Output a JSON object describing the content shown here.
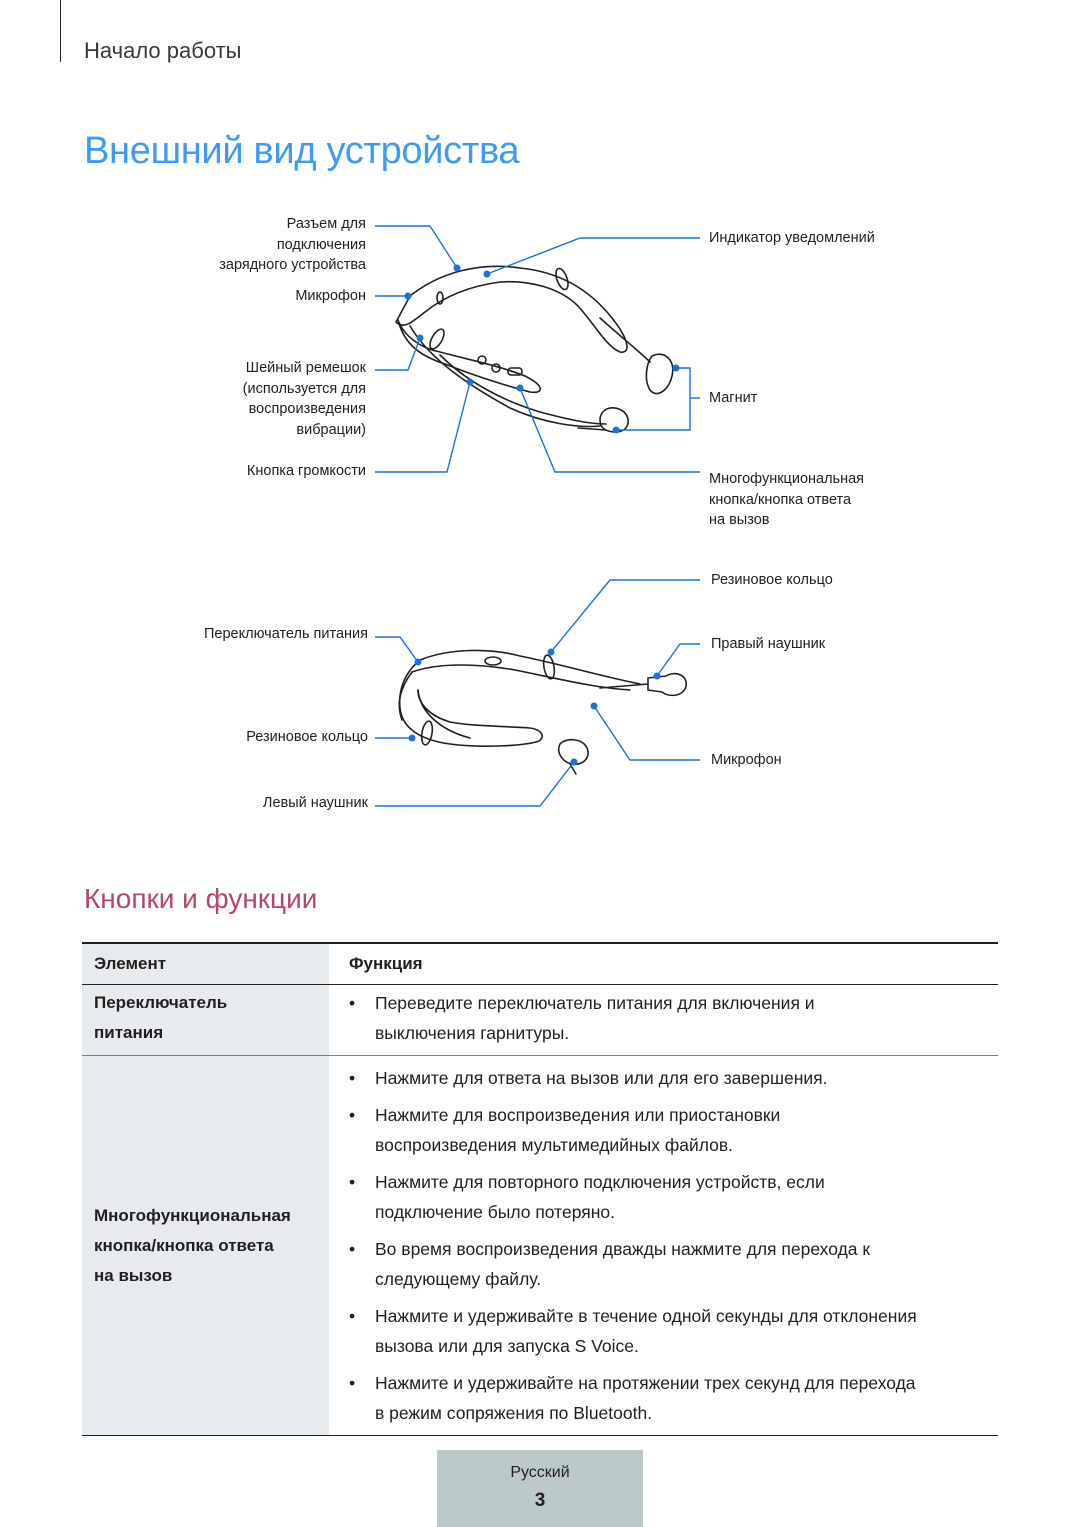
{
  "header": {
    "section": "Начало работы"
  },
  "title": "Внешний вид устройства",
  "diagram": {
    "labels": {
      "charging_port": "Разъем для\nподключения\nзарядного устройства",
      "mic_top": "Микрофон",
      "neck_strap": "Шейный ремешок\n(используется для\nвоспроизведения\nвибрации)",
      "volume": "Кнопка громкости",
      "notification_led": "Индикатор уведомлений",
      "magnet": "Магнит",
      "multifunction": "Многофункциональная\nкнопка/кнопка ответа\nна вызов",
      "power_switch": "Переключатель питания",
      "rubber_ring_left": "Резиновое кольцо",
      "left_earbud": "Левый наушник",
      "rubber_ring_right": "Резиновое кольцо",
      "right_earbud": "Правый наушник",
      "mic_bottom": "Микрофон"
    }
  },
  "subtitle": "Кнопки и функции",
  "table": {
    "headers": [
      "Элемент",
      "Функция"
    ],
    "rows": [
      {
        "element": "Переключатель\nпитания",
        "bullets": [
          "Переведите переключатель питания для включения и\nвыключения гарнитуры."
        ]
      },
      {
        "element": "Многофункциональная\nкнопка/кнопка ответа\nна вызов",
        "bullets": [
          "Нажмите для ответа на вызов или для его завершения.",
          "Нажмите для воспроизведения или приостановки\nвоспроизведения мультимедийных файлов.",
          "Нажмите для повторного подключения устройств, если\nподключение было потеряно.",
          "Во время воспроизведения дважды нажмите для перехода к\nследующему файлу.",
          "Нажмите и удерживайте в течение одной секунды для отклонения\nвызова или для запуска S Voice.",
          "Нажмите и удерживайте на протяжении трех секунд для перехода\nв режим сопряжения по Bluetooth."
        ]
      }
    ]
  },
  "footer": {
    "language": "Русский",
    "page": "3"
  },
  "colors": {
    "title": "#3d9bf5",
    "subtitle": "#b5476d",
    "leader": "#1a73d9",
    "footer_bg": "#bcc9cb",
    "table_shade": "#e8ebed"
  }
}
